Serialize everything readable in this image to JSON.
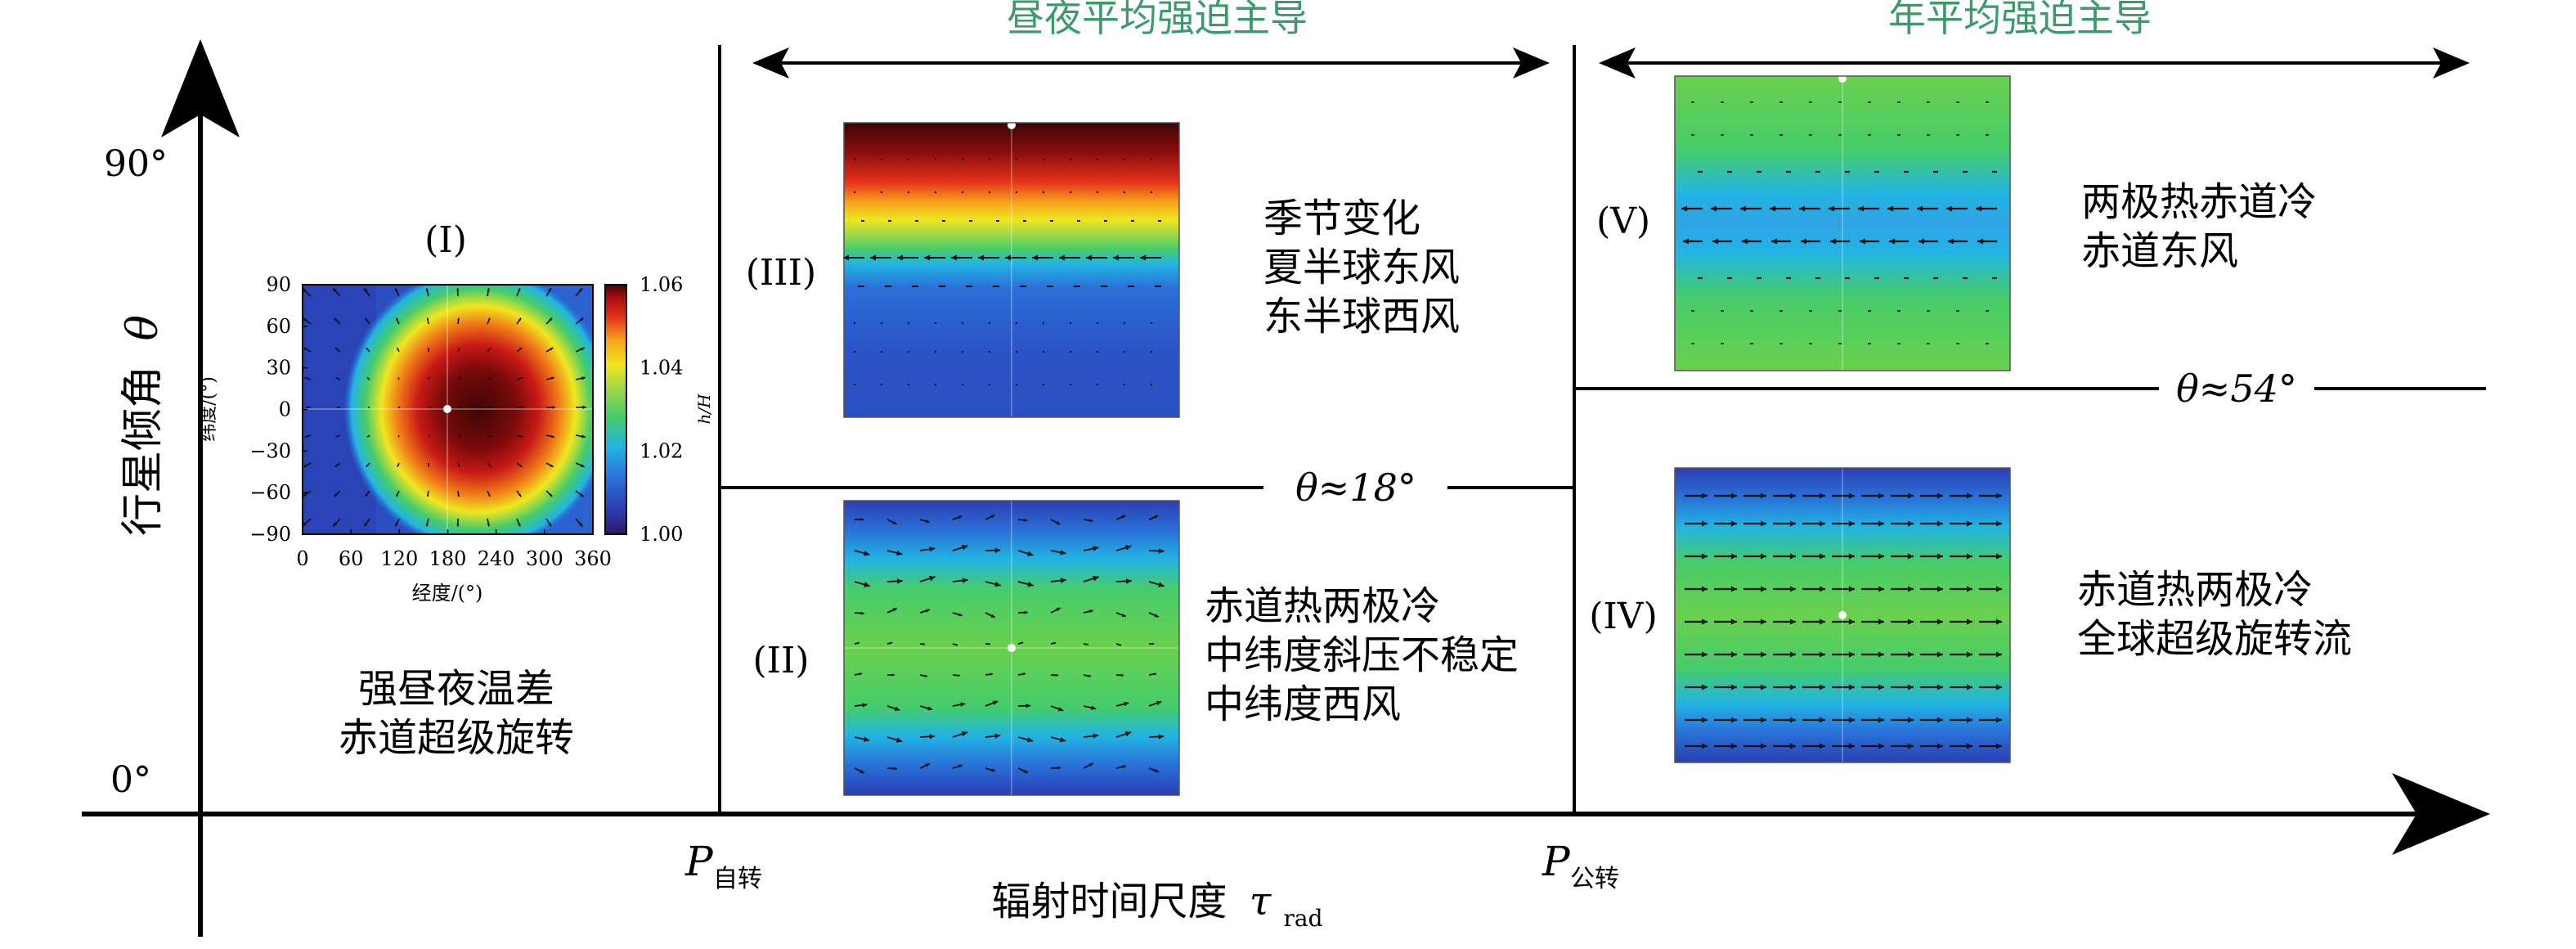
{
  "colors": {
    "axis": "#000000",
    "header_text": "#3a9a6a",
    "text": "#000000",
    "colormap": [
      "#30146a",
      "#2b3fb3",
      "#2a70d8",
      "#22b4e3",
      "#46cc6a",
      "#9bd84a",
      "#f0e620",
      "#f6a21c",
      "#e5311b",
      "#a50d0d",
      "#3d0606"
    ]
  },
  "axes": {
    "y_label_main": "行星倾角",
    "y_label_symbol": "θ",
    "y_tick_top": "90°",
    "y_tick_bottom": "0°",
    "x_label_main": "辐射时间尺度",
    "x_label_symbol": "τ",
    "x_label_sub": "rad",
    "p1_symbol": "P",
    "p1_sub": "自转",
    "p2_symbol": "P",
    "p2_sub": "公转"
  },
  "headers": {
    "middle": "昼夜平均强迫主导",
    "right": "年平均强迫主导"
  },
  "boundaries": {
    "mid": "θ≈18°",
    "right": "θ≈54°"
  },
  "regimes": {
    "I": {
      "label": "(I)",
      "lines": [
        "强昼夜温差",
        "赤道超级旋转"
      ],
      "inset": {
        "x_ticks": [
          "0",
          "60",
          "120",
          "180",
          "240",
          "300",
          "360"
        ],
        "y_ticks": [
          "90",
          "60",
          "30",
          "0",
          "−30",
          "−60",
          "−90"
        ],
        "xlabel": "经度/(°)",
        "ylabel": "纬度/(°)",
        "colorbar_ticks": [
          "1.06",
          "1.04",
          "1.02",
          "1.00"
        ],
        "colorbar_label": "h/H"
      }
    },
    "II": {
      "label": "(II)",
      "lines": [
        "赤道热两极冷",
        "中纬度斜压不稳定",
        "中纬度西风"
      ]
    },
    "III": {
      "label": "(III)",
      "lines": [
        "季节变化",
        "夏半球东风",
        "东半球西风"
      ]
    },
    "IV": {
      "label": "(IV)",
      "lines": [
        "赤道热两极冷",
        "全球超级旋转流"
      ]
    },
    "V": {
      "label": "(V)",
      "lines": [
        "两极热赤道冷",
        "赤道东风"
      ]
    }
  }
}
